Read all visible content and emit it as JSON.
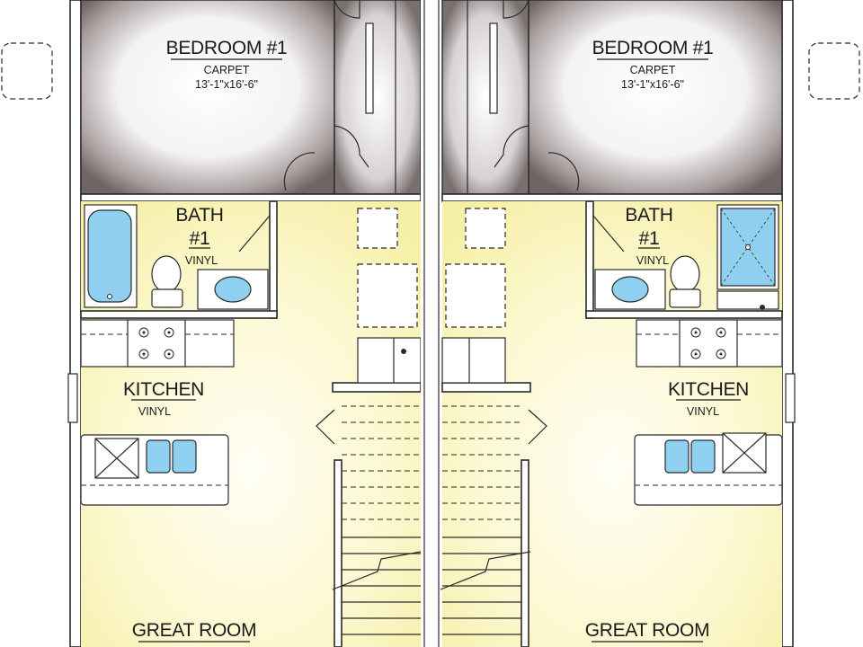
{
  "plan": {
    "left_unit": {
      "bedroom": {
        "name": "BEDROOM #1",
        "floor": "CARPET",
        "dimensions": "13'-1\"x16'-6\""
      },
      "bath": {
        "name_line1": "BATH",
        "name_line2": "#1",
        "floor": "VINYL"
      },
      "kitchen": {
        "name": "KITCHEN",
        "floor": "VINYL"
      },
      "great_room": {
        "name": "GREAT ROOM"
      }
    },
    "right_unit": {
      "bedroom": {
        "name": "BEDROOM #1",
        "floor": "CARPET",
        "dimensions": "13'-1\"x16'-6\""
      },
      "bath": {
        "name_line1": "BATH",
        "name_line2": "#1",
        "floor": "VINYL"
      },
      "kitchen": {
        "name": "KITCHEN",
        "floor": "VINYL"
      },
      "great_room": {
        "name": "GREAT ROOM"
      }
    }
  },
  "colors": {
    "bedroom_shade": "#8a8080",
    "living_fill": "#fbf7c8",
    "water_blue": "#8fd0f0",
    "wall_dark": "#2a2a2a"
  }
}
